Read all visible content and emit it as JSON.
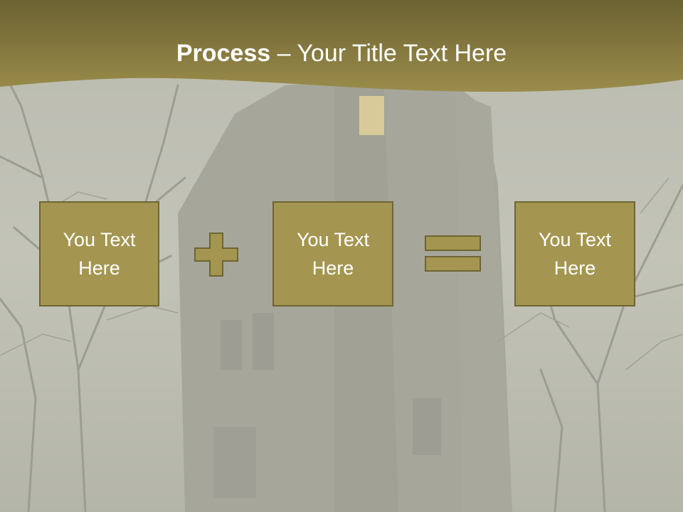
{
  "slide": {
    "title_bold": "Process",
    "title_rest": " – Your Title Text Here"
  },
  "boxes": [
    {
      "line1": "You Text",
      "line2": "Here"
    },
    {
      "line1": "You Text",
      "line2": "Here"
    },
    {
      "line1": "You Text",
      "line2": "Here"
    }
  ],
  "operators": [
    "plus-icon",
    "equals-icon"
  ],
  "colors": {
    "banner": "#8c7f42",
    "box_fill": "#a49650",
    "box_border": "#6e6532",
    "operator_fill": "#a49650",
    "text": "#ffffff"
  }
}
